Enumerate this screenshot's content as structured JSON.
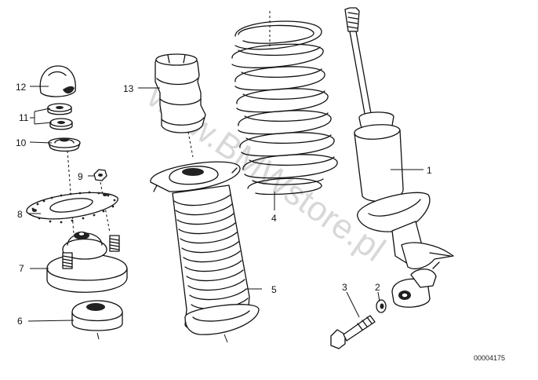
{
  "watermark": "www.BMWstore.pl",
  "diagram_code": "00004175",
  "parts": [
    {
      "number": "1",
      "name": "shock-absorber"
    },
    {
      "number": "2",
      "name": "washer"
    },
    {
      "number": "3",
      "name": "bolt"
    },
    {
      "number": "4",
      "name": "coil-spring"
    },
    {
      "number": "5",
      "name": "protective-boot"
    },
    {
      "number": "6",
      "name": "lower-spring-pad"
    },
    {
      "number": "7",
      "name": "strut-mount"
    },
    {
      "number": "8",
      "name": "mount-gasket"
    },
    {
      "number": "9",
      "name": "hex-nut"
    },
    {
      "number": "10",
      "name": "upper-washer"
    },
    {
      "number": "11",
      "name": "nuts"
    },
    {
      "number": "12",
      "name": "dust-cap"
    },
    {
      "number": "13",
      "name": "bump-stop"
    }
  ]
}
